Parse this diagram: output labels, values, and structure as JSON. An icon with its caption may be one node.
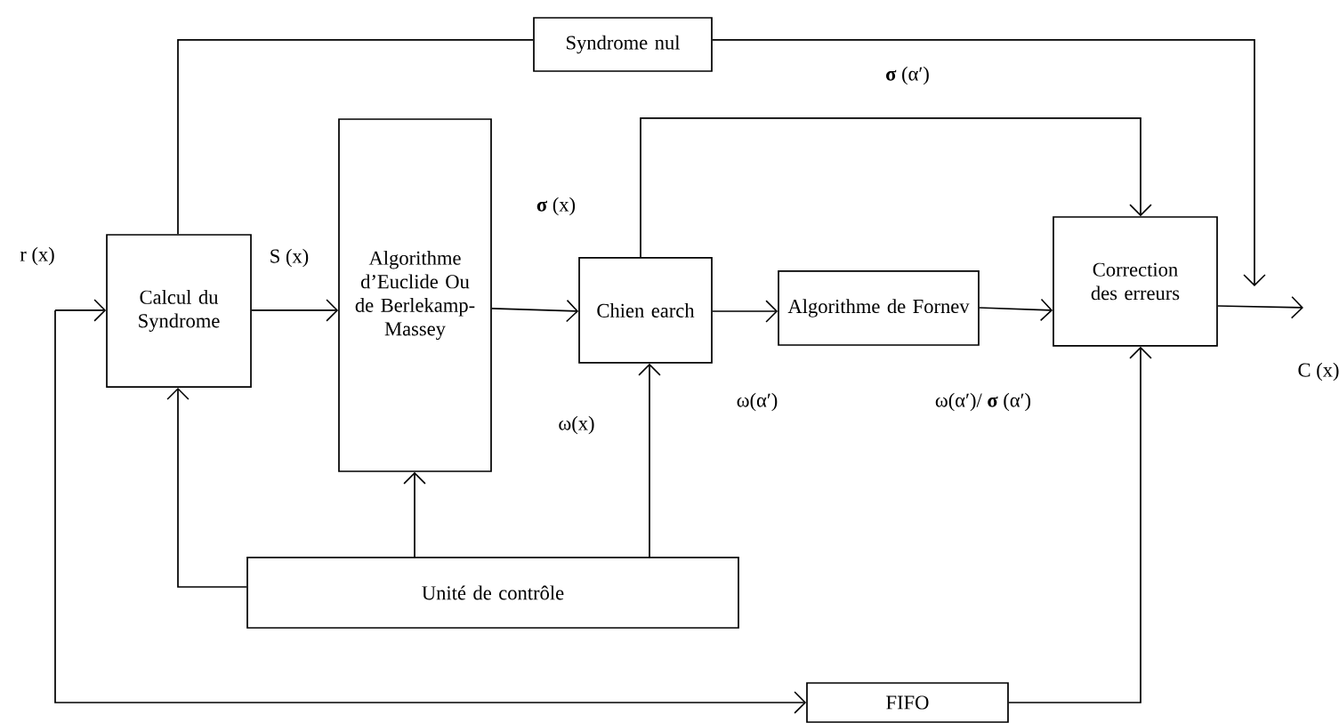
{
  "diagram": {
    "nodes": [
      {
        "text": [
          "Syndrome nul"
        ]
      },
      {
        "text": [
          "Calcul du Syndrome"
        ]
      },
      {
        "text": [
          "Algorithme d’Euclide Ou de Berlekamp-Massey"
        ]
      },
      {
        "text": [
          "Chien earch"
        ]
      },
      {
        "text": [
          "Algorithme de Fornev"
        ]
      },
      {
        "text": [
          "Correction des erreurs"
        ]
      },
      {
        "text": [
          "Unité de contrôle"
        ]
      },
      {
        "text": [
          "FIFO"
        ]
      }
    ],
    "edges": [
      {
        "from": null,
        "to": 1,
        "arrow": "to",
        "label": "r (x)"
      },
      {
        "from": null,
        "to": 7,
        "arrow": "to"
      },
      {
        "from": 1,
        "to": 2,
        "arrow": "to",
        "label": "S (x)"
      },
      {
        "from": 2,
        "to": 3,
        "arrow": "to",
        "label": "**σ** (x)"
      },
      {
        "from": 3,
        "to": 4,
        "arrow": "to",
        "label": "ω(α′)"
      },
      {
        "from": 4,
        "to": 5,
        "arrow": "to",
        "label": "ω(α′)/ **σ** (α′)"
      },
      {
        "from": 3,
        "to": 5,
        "arrow": "to",
        "label": "**σ** (α′)"
      },
      {
        "from": 1,
        "to": 0,
        "arrow": "none"
      },
      {
        "from": 0,
        "to": null,
        "arrow": "to"
      },
      {
        "from": 5,
        "to": null,
        "arrow": "to",
        "label": "C (x)"
      },
      {
        "from": 6,
        "to": 1,
        "arrow": "to"
      },
      {
        "from": 6,
        "to": 2,
        "arrow": "to"
      },
      {
        "from": 6,
        "to": 3,
        "arrow": "to",
        "label": "ω(x)"
      },
      {
        "from": 7,
        "to": 5,
        "arrow": "to"
      }
    ]
  }
}
